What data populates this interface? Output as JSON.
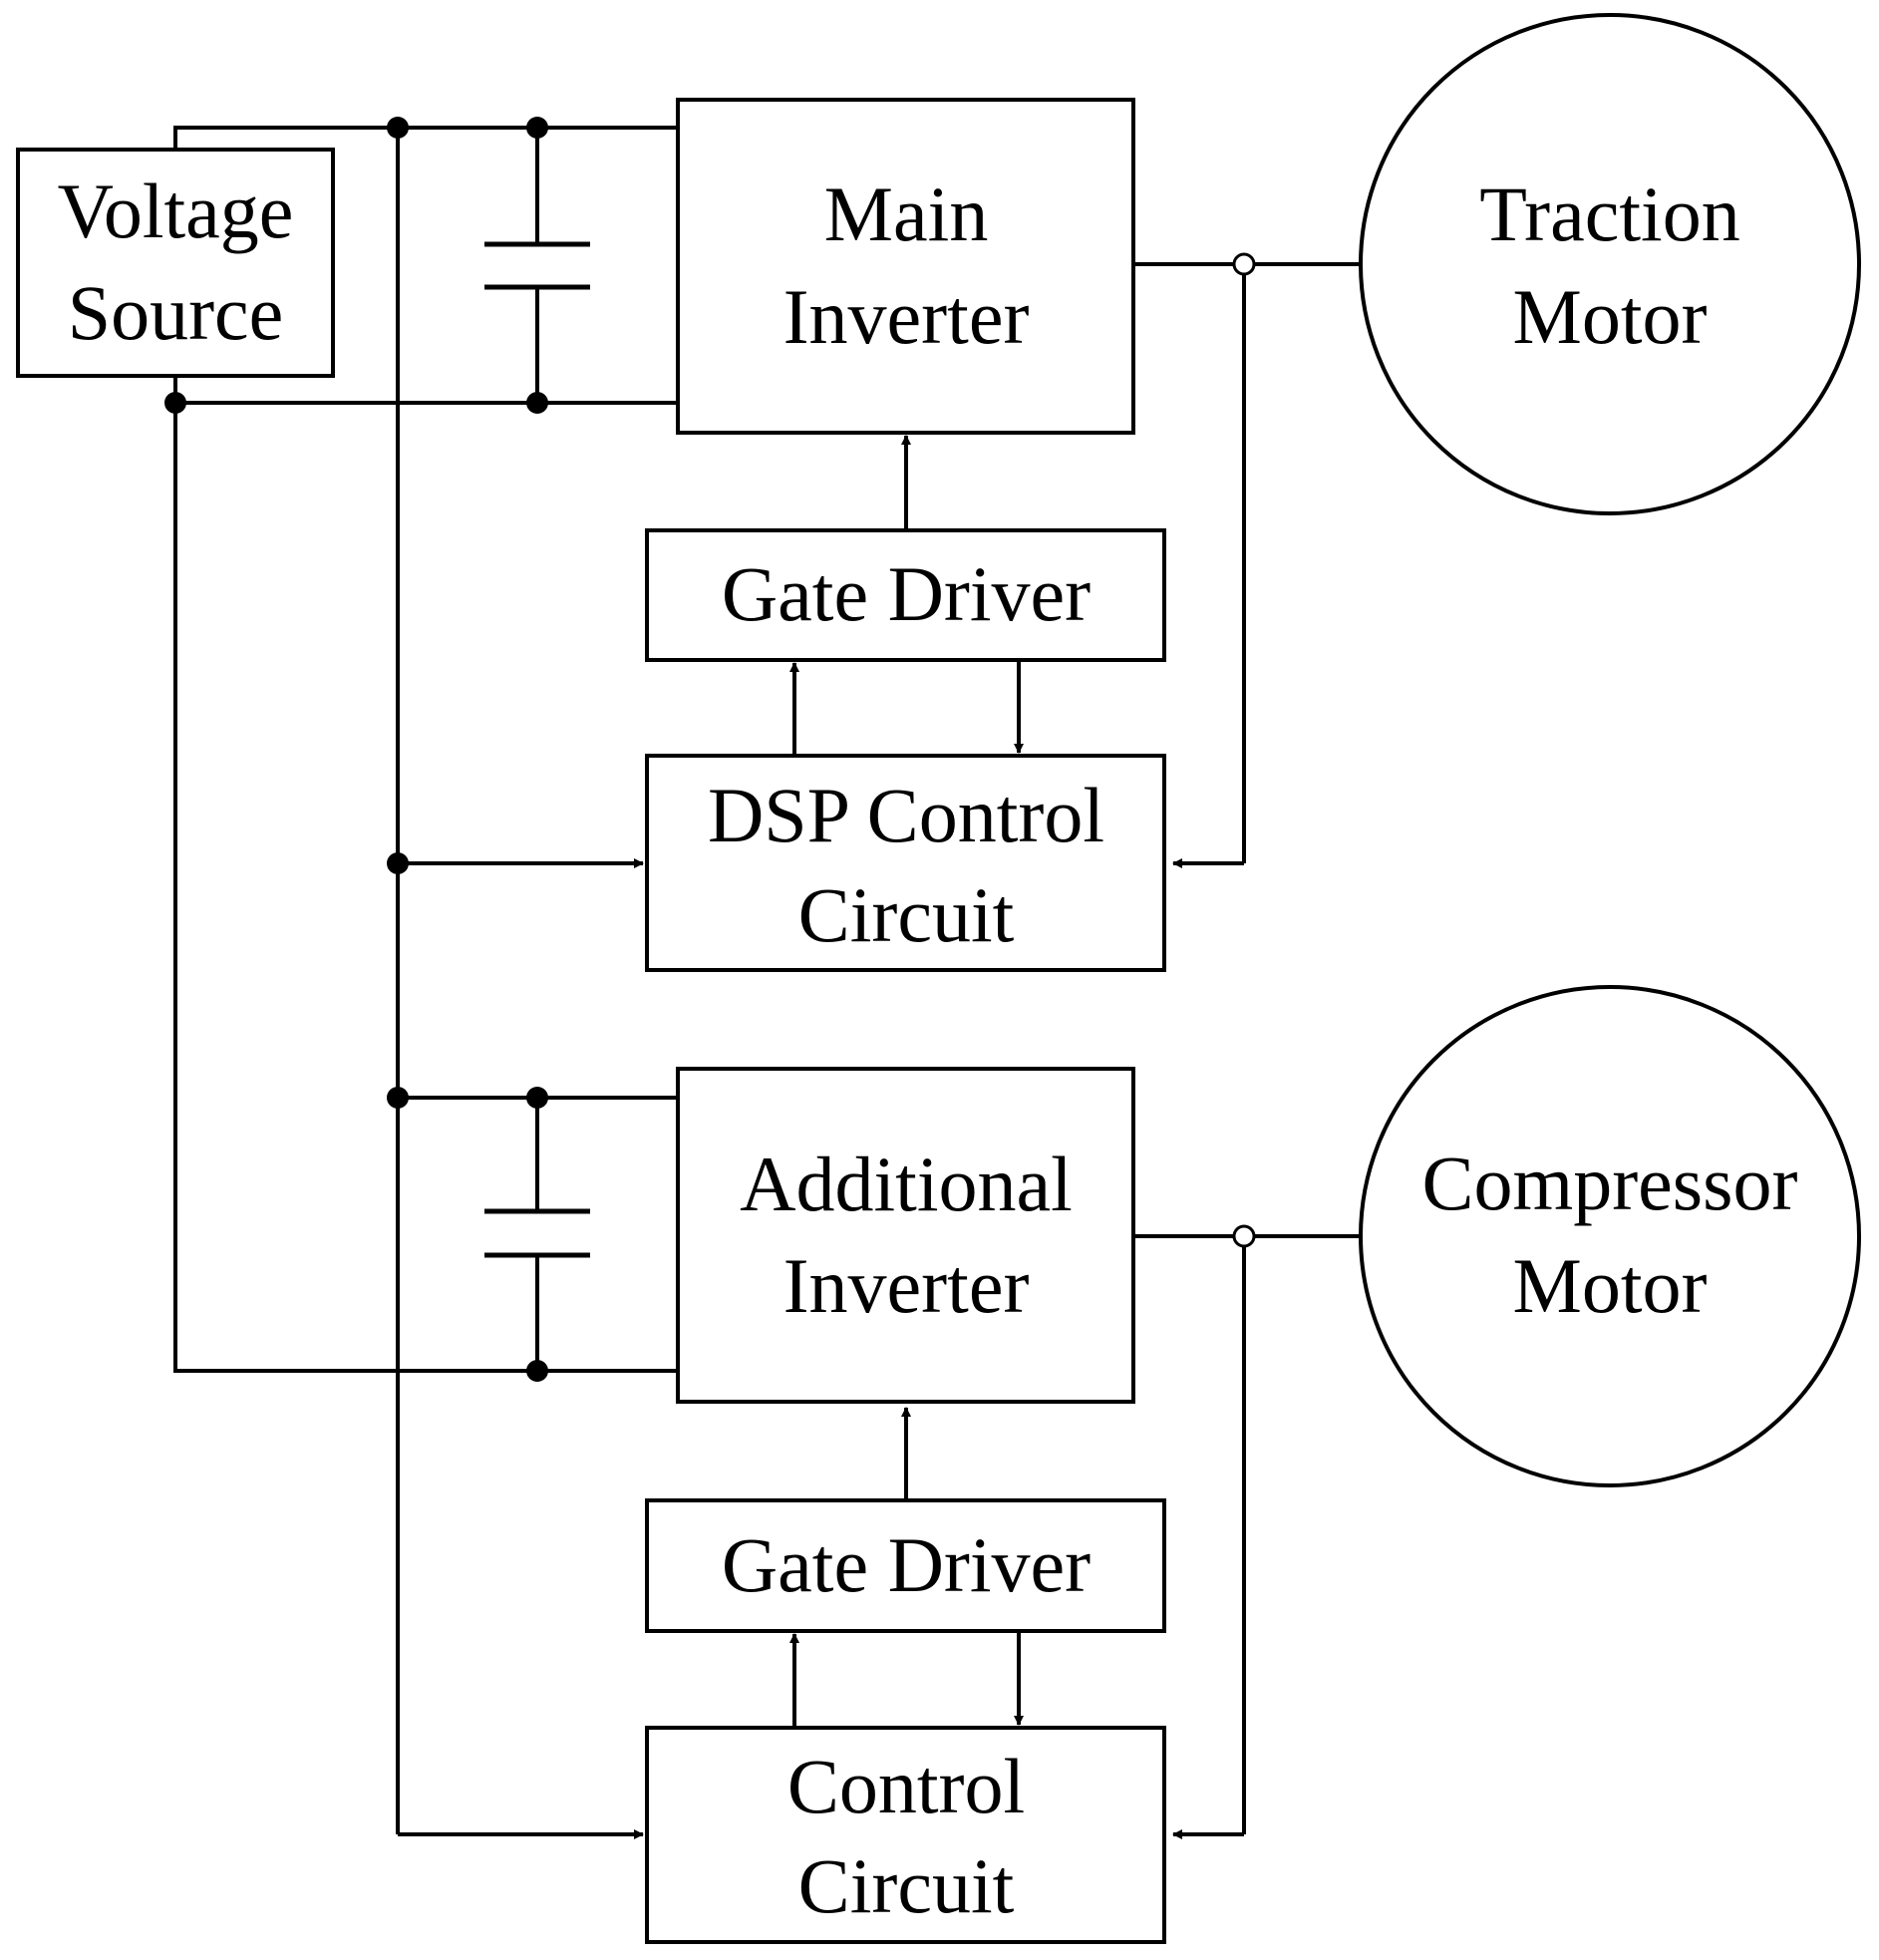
{
  "blocks": {
    "voltage_source": [
      "Voltage",
      "Source"
    ],
    "main_inverter": [
      "Main",
      "Inverter"
    ],
    "traction_motor": [
      "Traction",
      "Motor"
    ],
    "gate_driver_top": [
      "Gate Driver"
    ],
    "dsp_control_circuit": [
      "DSP Control",
      "Circuit"
    ],
    "additional_inverter": [
      "Additional",
      "Inverter"
    ],
    "compressor_motor": [
      "Compressor",
      "Motor"
    ],
    "gate_driver_bottom": [
      "Gate Driver"
    ],
    "control_circuit": [
      "Control",
      "Circuit"
    ]
  },
  "colors": {
    "line": "#000000",
    "background": "#ffffff"
  }
}
